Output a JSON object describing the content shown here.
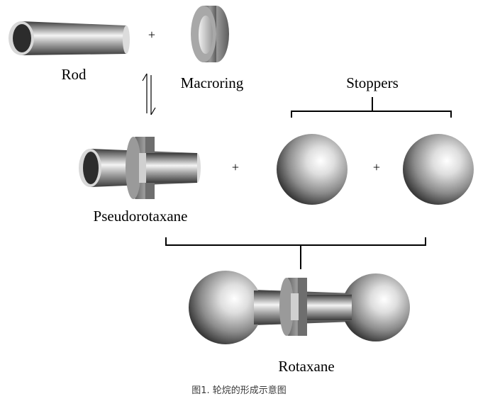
{
  "labels": {
    "rod": "Rod",
    "macroring": "Macroring",
    "stoppers": "Stoppers",
    "pseudorotaxane": "Pseudorotaxane",
    "rotaxane": "Rotaxane"
  },
  "operators": {
    "plus_rod_ring": "+",
    "plus_pseudo_stopper": "+",
    "plus_stoppers": "+"
  },
  "caption": "图1. 轮烷的形成示意图"
}
